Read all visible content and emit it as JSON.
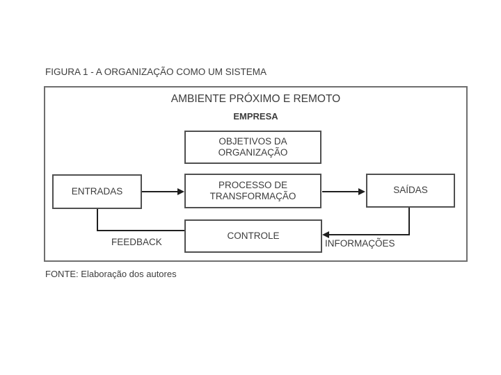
{
  "figure": {
    "title": "FIGURA 1 - A ORGANIZAÇÃO COMO UM SISTEMA",
    "source_caption": "FONTE: Elaboração dos autores"
  },
  "diagram": {
    "environment_label": "AMBIENTE PRÓXIMO E REMOTO",
    "company_label": "EMPRESA",
    "nodes": {
      "objectives": "OBJETIVOS DA\nORGANIZAÇÃO",
      "inputs": "ENTRADAS",
      "process": "PROCESSO DE\nTRANSFORMAÇÃO",
      "outputs": "SAÍDAS",
      "control": "CONTROLE"
    },
    "edge_labels": {
      "feedback": "FEEDBACK",
      "information": "INFORMAÇÕES"
    },
    "colors": {
      "background": "#ffffff",
      "text": "#3c3c3c",
      "box_border": "#4f4f4f",
      "connector": "#1f1f1f"
    }
  }
}
